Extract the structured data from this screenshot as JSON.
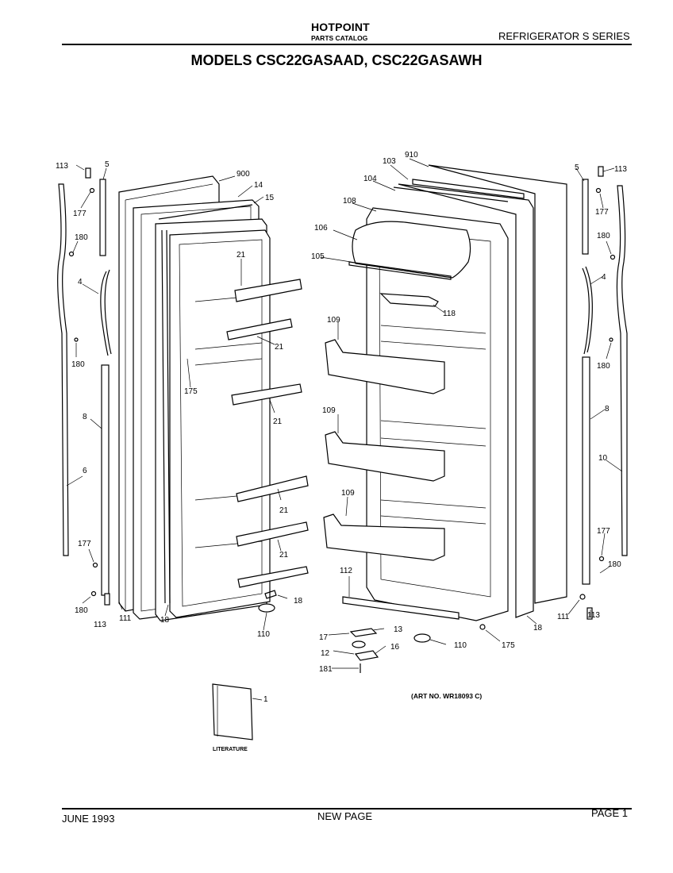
{
  "header": {
    "brand": "HOTPOINT",
    "catalog": "PARTS CATALOG",
    "series": "REFRIGERATOR  S  SERIES",
    "models": "MODELS CSC22GASAAD, CSC22GASAWH"
  },
  "art_number": "(ART NO. WR18093 C)",
  "literature_label": "LITERATURE",
  "footer": {
    "date": "JUNE 1993",
    "center": "NEW PAGE",
    "page": "PAGE 1"
  },
  "callouts": {
    "c113a": "113",
    "c5a": "5",
    "c177a": "177",
    "c180a": "180",
    "c4a": "4",
    "c180b": "180",
    "c8a": "8",
    "c6": "6",
    "c177b": "177",
    "c180c": "180",
    "c113b": "113",
    "c111a": "111",
    "c900": "900",
    "c14": "14",
    "c15": "15",
    "c21a": "21",
    "c21b": "21",
    "c175a": "175",
    "c21c": "21",
    "c21d": "21",
    "c21e": "21",
    "c18a": "18",
    "c18b": "18",
    "c110a": "110",
    "c910": "910",
    "c103": "103",
    "c104": "104",
    "c108": "108",
    "c106": "106",
    "c105": "105",
    "c118": "118",
    "c109a": "109",
    "c109b": "109",
    "c109c": "109",
    "c112": "112",
    "c17": "17",
    "c13": "13",
    "c12": "12",
    "c16": "16",
    "c181": "181",
    "c110b": "110",
    "c175b": "175",
    "c18c": "18",
    "c1": "1",
    "c5b": "5",
    "c113c": "113",
    "c177c": "177",
    "c180d": "180",
    "c4b": "4",
    "c180e": "180",
    "c8b": "8",
    "c10": "10",
    "c177d": "177",
    "c180f": "180",
    "c111b": "111",
    "c113d": "113"
  }
}
